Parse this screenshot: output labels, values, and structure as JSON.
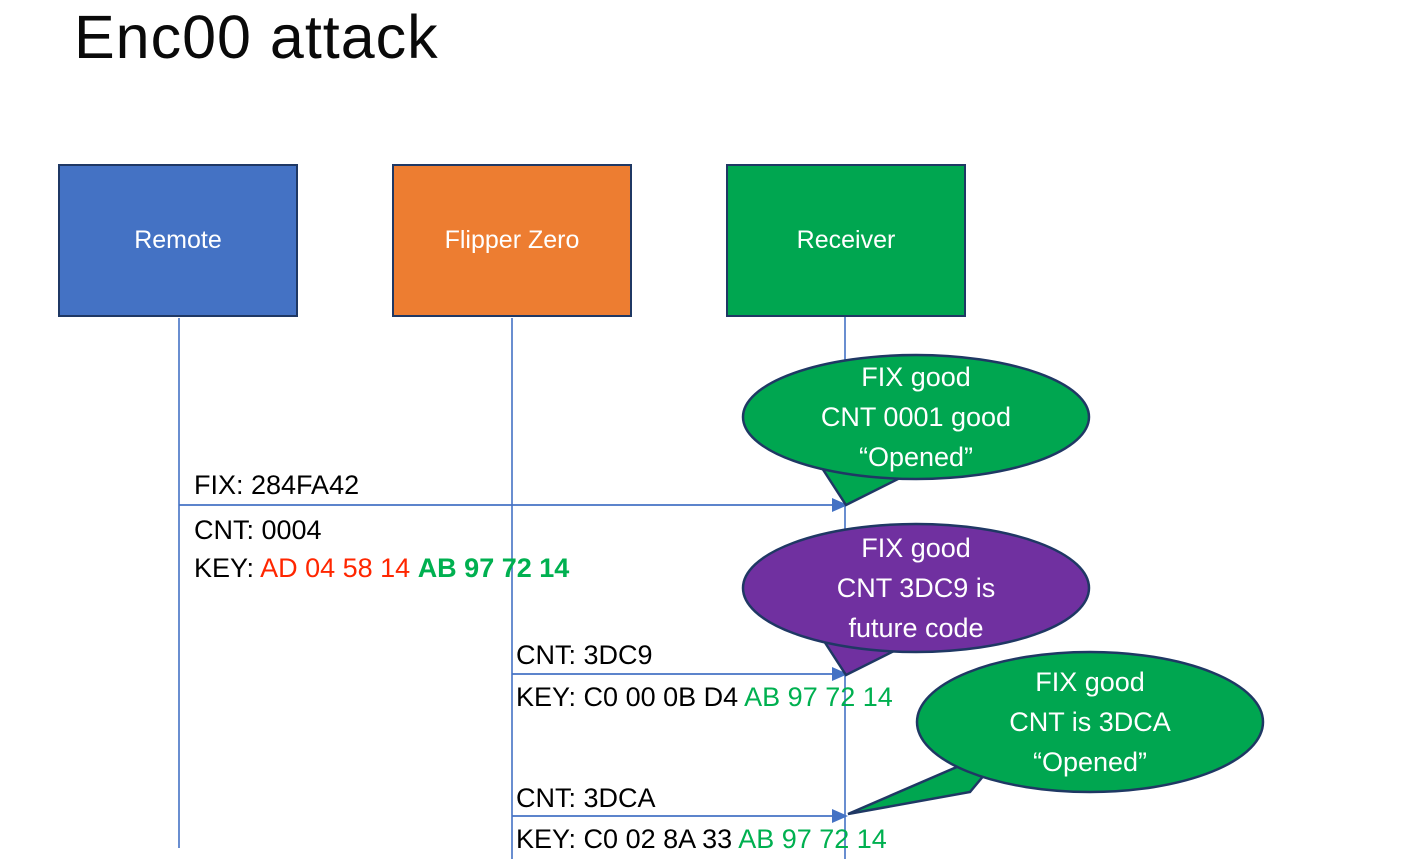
{
  "title": "Enc00 attack",
  "actors": [
    {
      "label": "Remote"
    },
    {
      "label": "Flipper Zero"
    },
    {
      "label": "Receiver"
    }
  ],
  "messages": [
    {
      "fix": "FIX: 284FA42",
      "cnt": "CNT: 0004",
      "key_label": "KEY: ",
      "key_red": "AD 04 58 14 ",
      "key_green": "AB 97 72 14"
    },
    {
      "cnt": "CNT: 3DC9",
      "key_label": "KEY: ",
      "key_black": "C0 00 0B D4 ",
      "key_green": "AB 97 72 14"
    },
    {
      "cnt": "CNT: 3DCA",
      "key_label": "KEY: ",
      "key_black": "C0 02 8A 33 ",
      "key_green": "AB 97 72 14"
    }
  ],
  "bubbles": [
    {
      "line1": "FIX good",
      "line2": "CNT 0001 good",
      "line3": "“Opened”"
    },
    {
      "line1": "FIX good",
      "line2": "CNT 3DC9 is",
      "line3": "future code"
    },
    {
      "line1": "FIX good",
      "line2": "CNT is 3DCA",
      "line3": "“Opened”"
    }
  ],
  "colors": {
    "remote_box": "#4472C4",
    "flipper_box": "#ED7D31",
    "receiver_box": "#00A650",
    "bubble_green": "#00A650",
    "bubble_purple": "#7030A0",
    "shape_border": "#1F3864",
    "line_blue": "#4472C4",
    "key_red": "#FF2600",
    "key_green": "#00B050",
    "text_black": "#000000",
    "text_white": "#FFFFFF"
  }
}
